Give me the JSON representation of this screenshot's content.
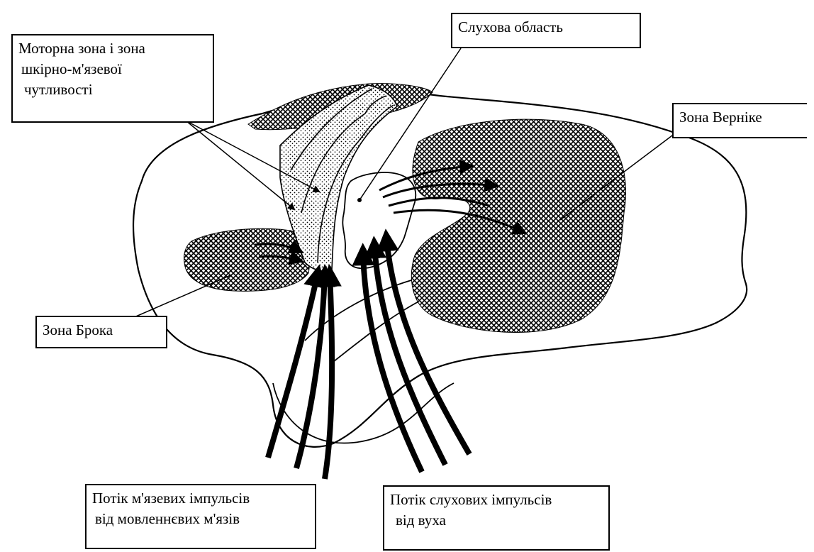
{
  "labels": {
    "motor_zone": [
      "Моторна зона і зона",
      "шкірно-м'язевої",
      "чутливості"
    ],
    "auditory_area": "Слухова область",
    "wernicke_zone": "Зона Верніке",
    "broca_zone": "Зона Брока",
    "muscle_stream": [
      "Потік м'язевих імпульсів",
      "від мовленнєвих м'язів"
    ],
    "auditory_stream": [
      "Потік слухових імпульсів",
      "від вуха"
    ]
  },
  "colors": {
    "ink": "#000000",
    "background": "#ffffff"
  }
}
